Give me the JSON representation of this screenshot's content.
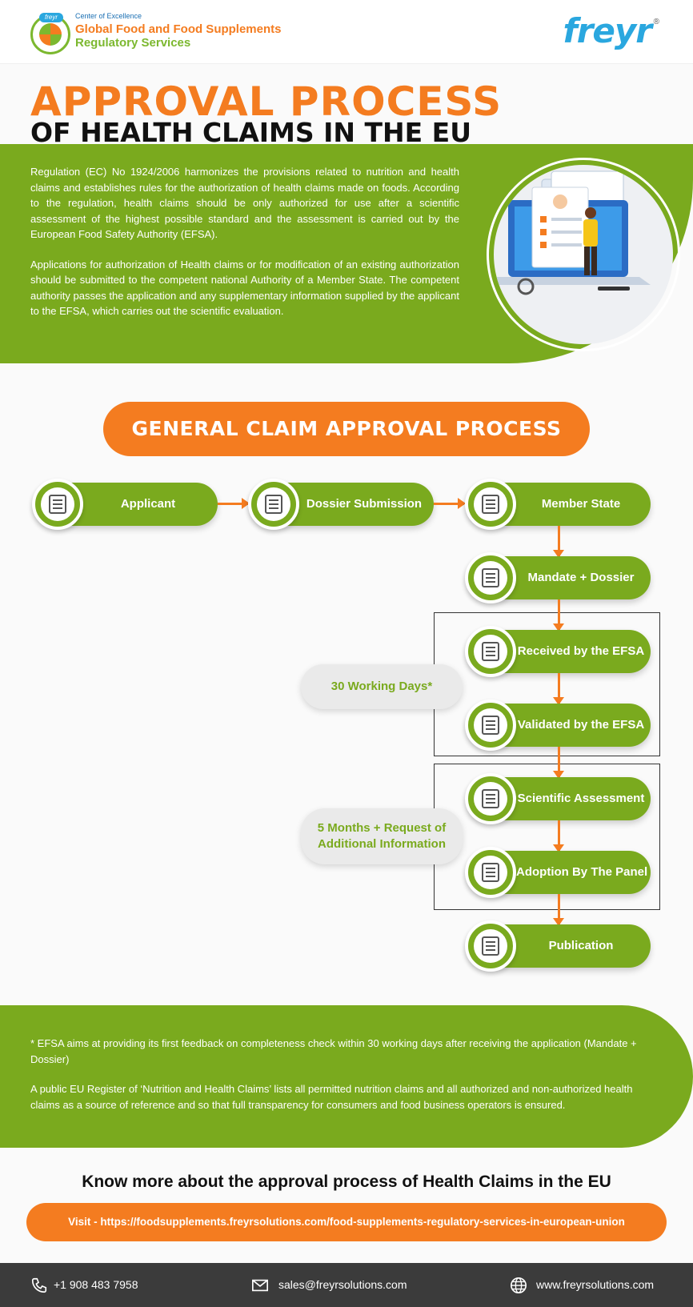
{
  "header": {
    "logo_tag": "freyr",
    "center_label": "Center of Excellence",
    "brand_line1": "Global Food and Food Supplements",
    "brand_line2": "Regulatory Services",
    "company_logo": "freyr",
    "registered_mark": "®"
  },
  "title": {
    "line1": "APPROVAL PROCESS",
    "line2": "OF HEALTH CLAIMS IN THE EU"
  },
  "intro": {
    "paragraph1": "Regulation (EC) No 1924/2006 harmonizes the provisions related to nutrition and health claims and establishes rules for the authorization of health claims made on foods. According to the regulation, health claims should be only authorized for use after a scientific assessment of the highest possible standard and the assessment is carried out by the European Food Safety Authority (EFSA).",
    "paragraph2": "Applications for authorization of Health claims or for modification of an existing authorization should be submitted to the competent national Authority of a Member State. The competent authority passes the application and any supplementary information supplied by the applicant to the EFSA, which carries out the scientific evaluation."
  },
  "process": {
    "heading": "GENERAL CLAIM APPROVAL PROCESS",
    "steps": [
      {
        "label": "Applicant",
        "icon": "applicant-icon"
      },
      {
        "label": "Dossier Submission",
        "icon": "dossier-icon"
      },
      {
        "label": "Member State",
        "icon": "member-state-icon"
      },
      {
        "label": "Mandate + Dossier",
        "icon": "mandate-icon"
      },
      {
        "label": "Received by the EFSA",
        "icon": "received-icon"
      },
      {
        "label": "Validated by the EFSA",
        "icon": "validated-icon"
      },
      {
        "label": "Scientific Assessment",
        "icon": "assessment-icon"
      },
      {
        "label": "Adoption By The Panel",
        "icon": "adoption-icon"
      },
      {
        "label": "Publication",
        "icon": "publication-icon"
      }
    ],
    "timeline_1": "30 Working Days*",
    "timeline_2_line1": "5 Months + Request of",
    "timeline_2_line2": "Additional Information"
  },
  "notes": {
    "note1": "* EFSA aims at providing its first feedback on completeness check within 30 working days after receiving the application (Mandate + Dossier)",
    "note2": "A public EU Register of ‘Nutrition and Health Claims’ lists all permitted nutrition claims and all authorized and non-authorized health claims as a source of reference and so that full transparency for consumers and food business operators is ensured."
  },
  "cta": {
    "heading": "Know more about the approval process of Health Claims in the EU",
    "visit": "Visit - https://foodsupplements.freyrsolutions.com/food-supplements-regulatory-services-in-european-union"
  },
  "footer": {
    "phone": "+1 908 483 7958",
    "email": "sales@freyrsolutions.com",
    "website": "www.freyrsolutions.com"
  },
  "colors": {
    "green": "#7aaa1e",
    "orange": "#f47c20",
    "blue": "#2aa7df",
    "footer": "#3b3b3b"
  }
}
